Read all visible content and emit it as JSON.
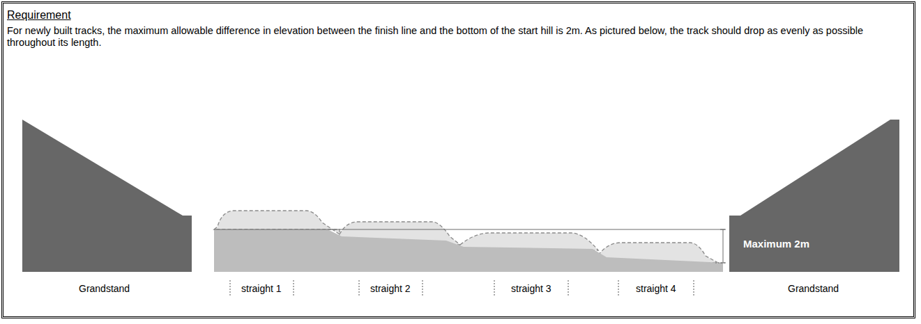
{
  "diagram": {
    "title": "Requirement",
    "labels": [
      "For newly built tracks, the maximum allowable difference in elevation between the finish line and the bottom of the start hill is 2m. As pictured below, the track should drop as evenly as possible throughout its length.",
      "Grandstand",
      "straight 1",
      "straight 2",
      "straight 3",
      "straight 4",
      "Grandstand",
      "Maximum 2m"
    ]
  }
}
